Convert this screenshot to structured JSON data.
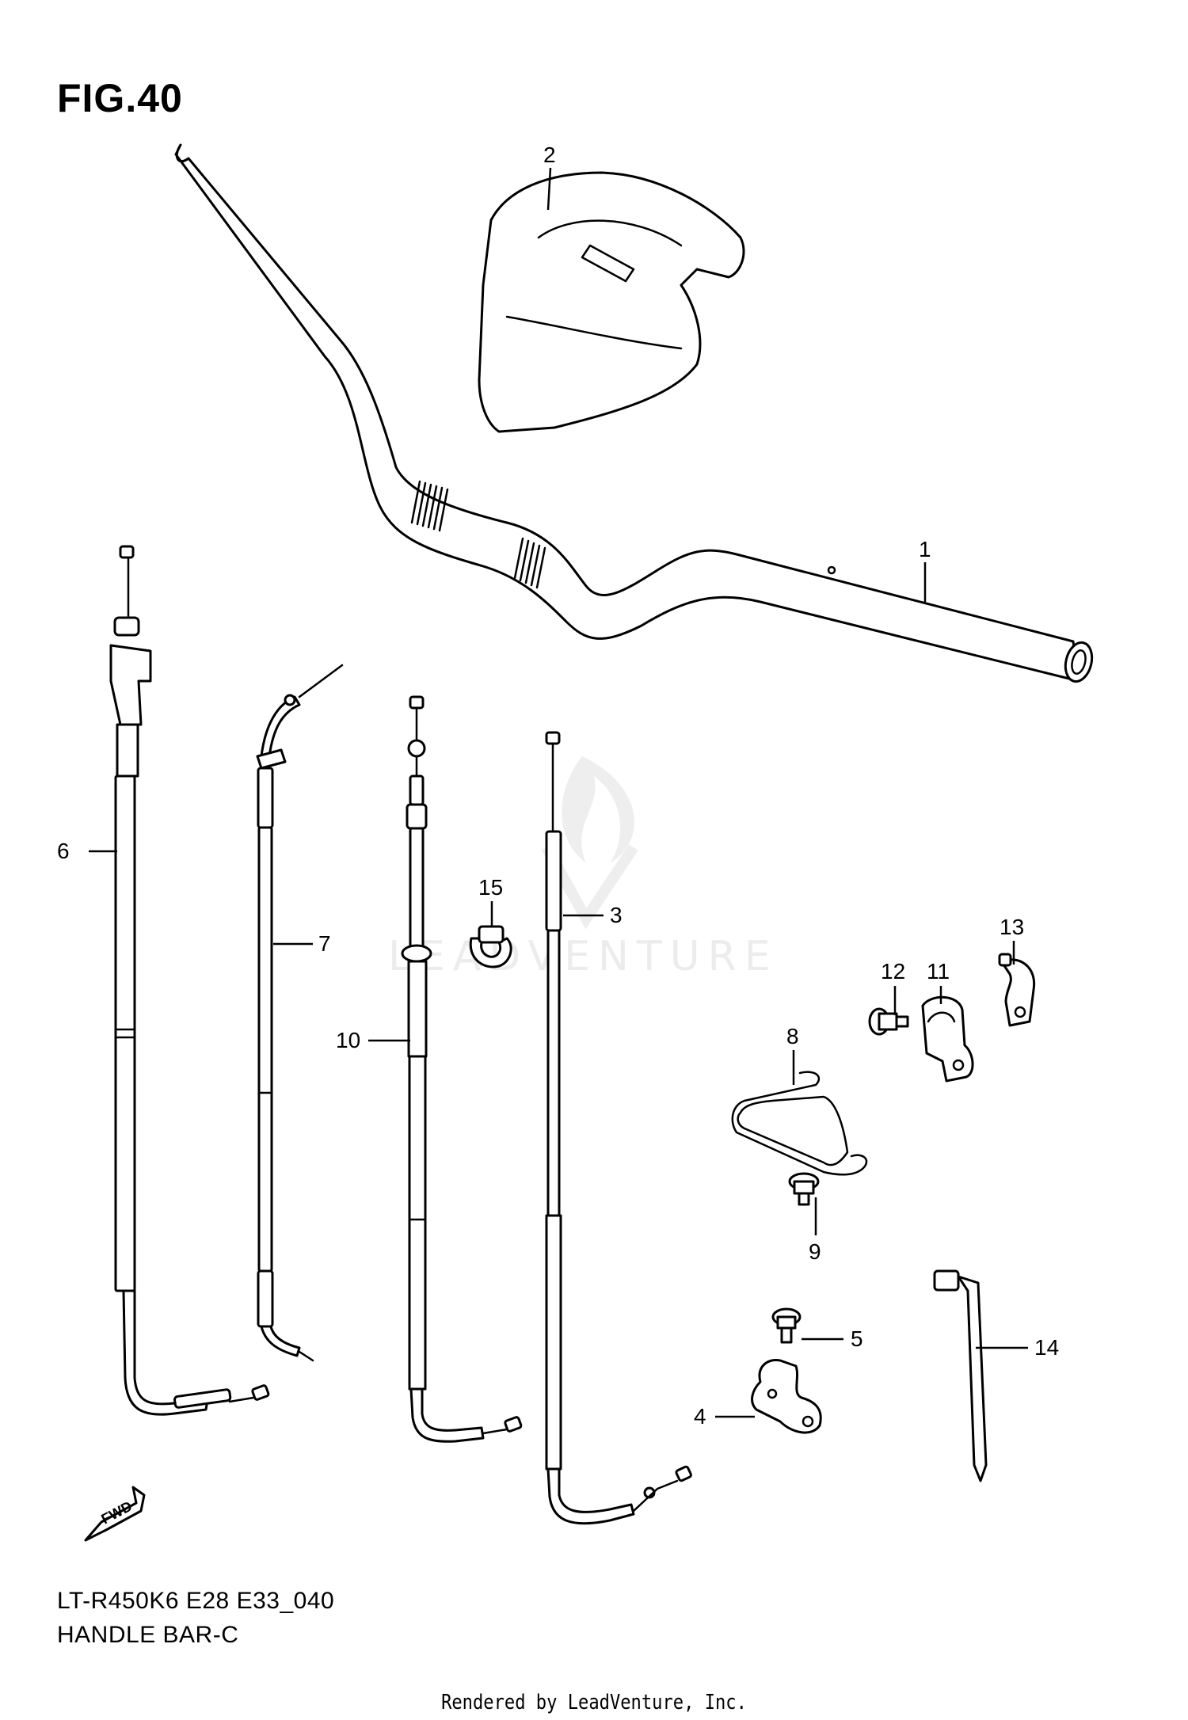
{
  "figure": {
    "title": "FIG.40",
    "model_code": "LT-R450K6 E28 E33_040",
    "section_name": "HANDLE BAR-C",
    "credit": "Rendered by LeadVenture, Inc.",
    "watermark": "LEADVENTURE",
    "direction_badge": "FWD"
  },
  "callouts": [
    {
      "ref": "1",
      "part": "handlebar"
    },
    {
      "ref": "2",
      "part": "handlebar-cover"
    },
    {
      "ref": "3",
      "part": "cable"
    },
    {
      "ref": "4",
      "part": "bracket"
    },
    {
      "ref": "5",
      "part": "bolt"
    },
    {
      "ref": "6",
      "part": "cable"
    },
    {
      "ref": "7",
      "part": "cable"
    },
    {
      "ref": "8",
      "part": "lever-guard"
    },
    {
      "ref": "9",
      "part": "bolt"
    },
    {
      "ref": "10",
      "part": "cable"
    },
    {
      "ref": "11",
      "part": "holder"
    },
    {
      "ref": "12",
      "part": "bolt"
    },
    {
      "ref": "13",
      "part": "clamp"
    },
    {
      "ref": "14",
      "part": "tie"
    },
    {
      "ref": "15",
      "part": "clamp"
    }
  ]
}
